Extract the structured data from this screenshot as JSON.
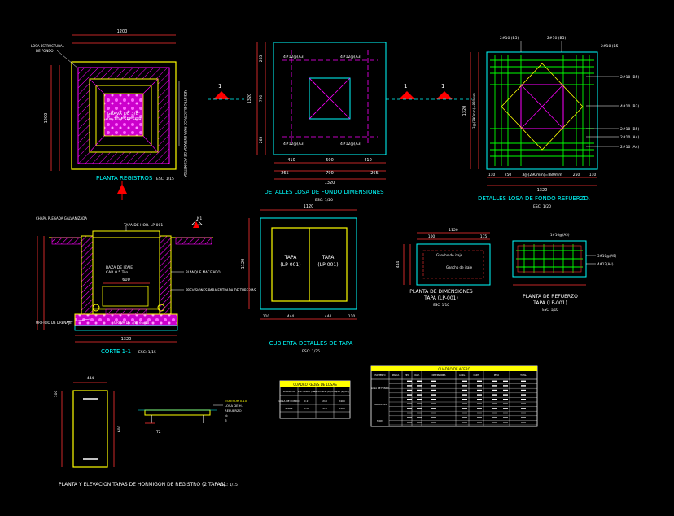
{
  "colors": {
    "background": "#000000",
    "outline": "#ffff00",
    "wall": "#ff00ff",
    "dimension": "#ff3333",
    "dim_text": "#ffffff",
    "leader": "#ffffff",
    "slab": "#00ffff",
    "rebar": "#00ff00",
    "title": "#00ffff",
    "accent": "#ff0000"
  },
  "titles": {
    "planta_registros": "PLANTA REGISTROS",
    "planta_registros_scale": "ESC: 1/15",
    "losa_dims": "DETALLES LOSA DE FONDO DIMENSIONES",
    "losa_dims_scale": "ESC: 1/20",
    "losa_ref": "DETALLES LOSA DE FONDO REFUERZD.",
    "losa_ref_scale": "ESC: 1/20",
    "corte": "CORTE 1-1",
    "corte_scale": "ESC: 1/15",
    "cubierta": "CUBIERTA DETALLES DE TAPA",
    "cubierta_scale": "ESC: 1/25",
    "tapa_dims_1": "PLANTA DE DIMENSIONES",
    "tapa_dims_2": "TAPA (LP-001)",
    "tapa_dims_scale": "ESC: 1/10",
    "tapa_ref_1": "PLANTA DE REFUERZO",
    "tapa_ref_2": "TAPA (LP-001)",
    "tapa_ref_scale": "ESC: 1/10",
    "elevacion": "PLANTA Y ELEVACION TAPAS DE HORMIGON DE REGISTRO (2 TAPAS)",
    "elevacion_scale": "ESC: 1/15"
  },
  "planta": {
    "grava": "GRAVA DE 3/8\"",
    "espesor": "e= 10 ESPESOR",
    "label_losa": "LOSA ESTRUCTURAL",
    "label_fondo": "DE FONDO",
    "side_note": "REGISTRO ELECTRICO PARA ENTRADA DE ACOMETIDA",
    "dim_top": "1200",
    "dim_left": "1200"
  },
  "losa": {
    "section_mark": "1",
    "dim_bottom": "1320",
    "dim_mid": [
      "410",
      "500",
      "410"
    ],
    "dim_low": [
      "265",
      "790",
      "265"
    ],
    "dim_left": "1320",
    "dim_left_parts": [
      "265",
      "790",
      "265"
    ],
    "callouts": [
      "4#12@(A3)",
      "4#12@(A3)",
      "4#12@(A3)",
      "4#12@(A3)"
    ]
  },
  "refuerzo": {
    "dim_bottom": "1320",
    "dim_bottom_parts": [
      "110",
      "250",
      "3@(290mm)=880mm",
      "250",
      "110"
    ],
    "dim_left": "1320",
    "top_callouts": [
      "2#10 (B5)",
      "2#10 (B5)",
      "2#10 (B5)"
    ],
    "right_callouts": [
      "2#10 (B5)",
      "4#10 (B3)",
      "2#10 (B5)",
      "2#10 (A4)",
      "2#10 (A4)"
    ],
    "left_note": "3@(290mm)=880mm"
  },
  "corte": {
    "tapa": "TAPA DE HOR. LP-001",
    "n1": "N1",
    "chapa": "CHAPA PLEGADA GALVANIZADA",
    "base_izq": "BAZA DE IZAJE",
    "base_cap": "CAP. 0.5 Ton.",
    "blanque": "BLANQUE MACIZADO",
    "previsiones": "PREVISIONES PARA ENTRADA DE TUBERIAS",
    "grava": "GRAVA DE 3/8\" e= 10",
    "orificio": "ORIFICIO DE DRENAJE",
    "dim_bottom": "1320",
    "dim_inner": "600"
  },
  "cubierta": {
    "tapa1": "TAPA",
    "tapa1b": "(LP-001)",
    "tapa2": "TAPA",
    "tapa2b": "(LP-001)",
    "dim_top": "1120",
    "dim_left": "1120",
    "dim_bottom": [
      "110",
      "444",
      "444",
      "110"
    ]
  },
  "tapa_dim": {
    "dim_top": "1120",
    "dim_top_parts": [
      "100",
      "175"
    ],
    "dim_left": "444",
    "note1": "Gancho de izaje",
    "note2": "Gancho de izaje"
  },
  "tapa_ref": {
    "callout_top": "1#10@(A5)",
    "callout_r1": "3#10@(A5)",
    "callout_r2": "4#12(A4)"
  },
  "elev": {
    "dim_top": "444",
    "dim_left_a": "100",
    "dim_left_b": "600",
    "label_t2": "T2",
    "notes": [
      "ESPESOR 0.10",
      "LOSA DE H.",
      "REFUERZO",
      "N:",
      "T:"
    ]
  },
  "cuadro_losas": {
    "title": "CUADRO REDES DE LOSAS",
    "headers": [
      "ELEMENTO",
      "VOL. HORM. (m3)",
      "RESISTENCIA (kg/cm2)",
      "PESO (kg/m3)"
    ],
    "rows": [
      [
        "LOSA DE FONDO",
        "0.17",
        "210",
        "2400"
      ],
      [
        "TAPAS",
        "0.06",
        "210",
        "2400"
      ]
    ]
  },
  "cuadro_acero": {
    "title": "CUADRO DE ACERO",
    "headers": [
      "ELEMENTO",
      "MARCA",
      "TIPO",
      "DIAM.",
      "DIMENSIONES",
      "LONG.",
      "CANT.",
      "PESO",
      "TOTAL"
    ],
    "groups": [
      "LOSA DE FONDO",
      "TAPA LP-001",
      "TAPAS"
    ]
  }
}
